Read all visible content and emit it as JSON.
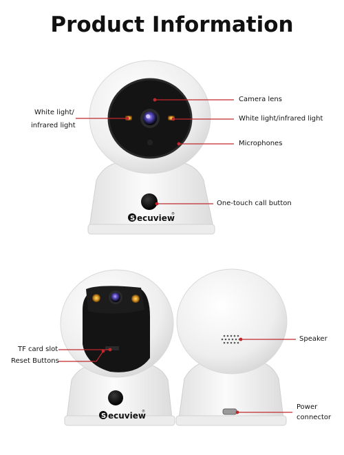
{
  "title": "Product Information",
  "brand": {
    "name": "Secuview",
    "mark": "®"
  },
  "labels": {
    "white_light_left_1": "White light/",
    "white_light_left_2": "infrared light",
    "camera_lens": "Camera lens",
    "white_light_right": "White light/infrared light",
    "microphones": "Microphones",
    "call_button": "One-touch call button",
    "tf_card": "TF card slot",
    "reset": "Reset Buttons",
    "speaker": "Speaker",
    "power_1": "Power",
    "power_2": "connector"
  },
  "colors": {
    "callout_line": "#c0282c",
    "body": "#f3f3f3",
    "face": "#151515"
  }
}
